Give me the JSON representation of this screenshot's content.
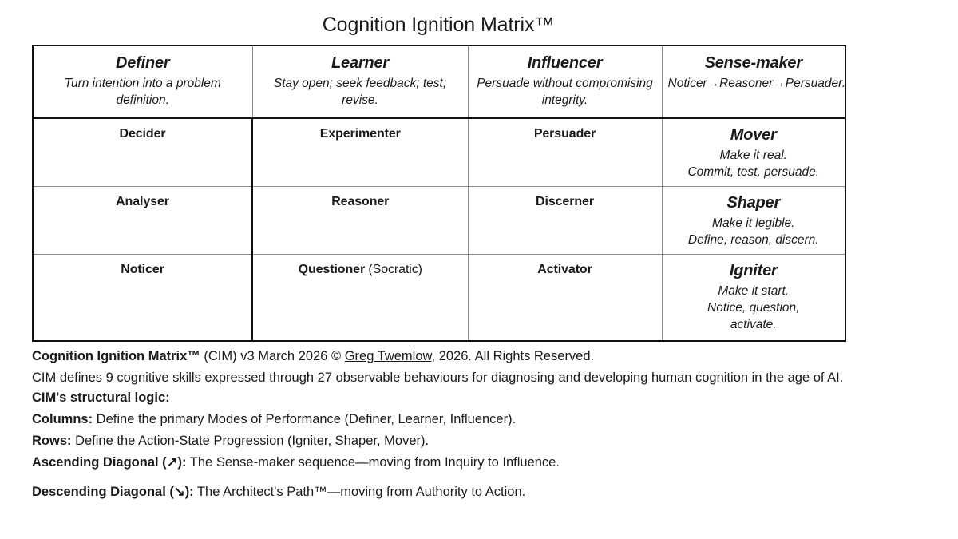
{
  "document": {
    "title": "Cognition Ignition Matrix™"
  },
  "matrix": {
    "header": [
      {
        "title": "Definer",
        "subtitle": "Turn intention into a problem definition."
      },
      {
        "title": "Learner",
        "subtitle": "Stay open; seek feedback; test; revise."
      },
      {
        "title": "Influencer",
        "subtitle": "Persuade without compromising integrity."
      },
      {
        "title": "Sense-maker",
        "subtitle": "Noticer→Reasoner→Persuader."
      }
    ],
    "rows": [
      {
        "cells": [
          "Decider",
          "Experimenter",
          "Persuader"
        ],
        "summary": {
          "title": "Mover",
          "line1": "Make it real.",
          "line2": "Commit, test, persuade.",
          "line3": ""
        }
      },
      {
        "cells": [
          "Analyser",
          "Reasoner",
          "Discerner"
        ],
        "summary": {
          "title": "Shaper",
          "line1": "Make it legible.",
          "line2": "Define, reason, discern.",
          "line3": ""
        }
      },
      {
        "cells": [
          "Noticer",
          "Questioner",
          "Activator"
        ],
        "cell_2_suffix": " (Socratic)",
        "summary": {
          "title": "Igniter",
          "line1": "Make it start.",
          "line2": "Notice, question,",
          "line3": "activate."
        }
      }
    ]
  },
  "notes": {
    "line1": {
      "bold": "Cognition Ignition Matrix™",
      "mid": " (CIM) v3 March 2026 © ",
      "link": "Greg Twemlow",
      "tail": ", 2026. All Rights Reserved."
    },
    "line2": {
      "text": "CIM defines 9 cognitive skills expressed through 27 observable behaviours for diagnosing and developing human cognition in the age of AI. ",
      "bold_tail": "CIM's structural logic:"
    },
    "line3": {
      "bold": "Columns:",
      "text": " Define the primary Modes of Performance (Definer, Learner, Influencer)."
    },
    "line4": {
      "bold": "Rows:",
      "text": " Define the Action-State Progression (Igniter, Shaper, Mover)."
    },
    "line5": {
      "bold_pre": "Ascending Diagonal (",
      "arrow": "↗",
      "bold_post": "):",
      "text": " The Sense-maker sequence—moving from Inquiry to Influence."
    },
    "line6": {
      "bold_pre": "Descending Diagonal (",
      "arrow": "↘",
      "bold_post": "):",
      "text": " The Architect's Path™—moving from Authority to Action."
    }
  },
  "colors": {
    "text": "#1a1a1a",
    "border_strong": "#111111",
    "border_light": "#8d8d8d",
    "background": "#ffffff"
  }
}
